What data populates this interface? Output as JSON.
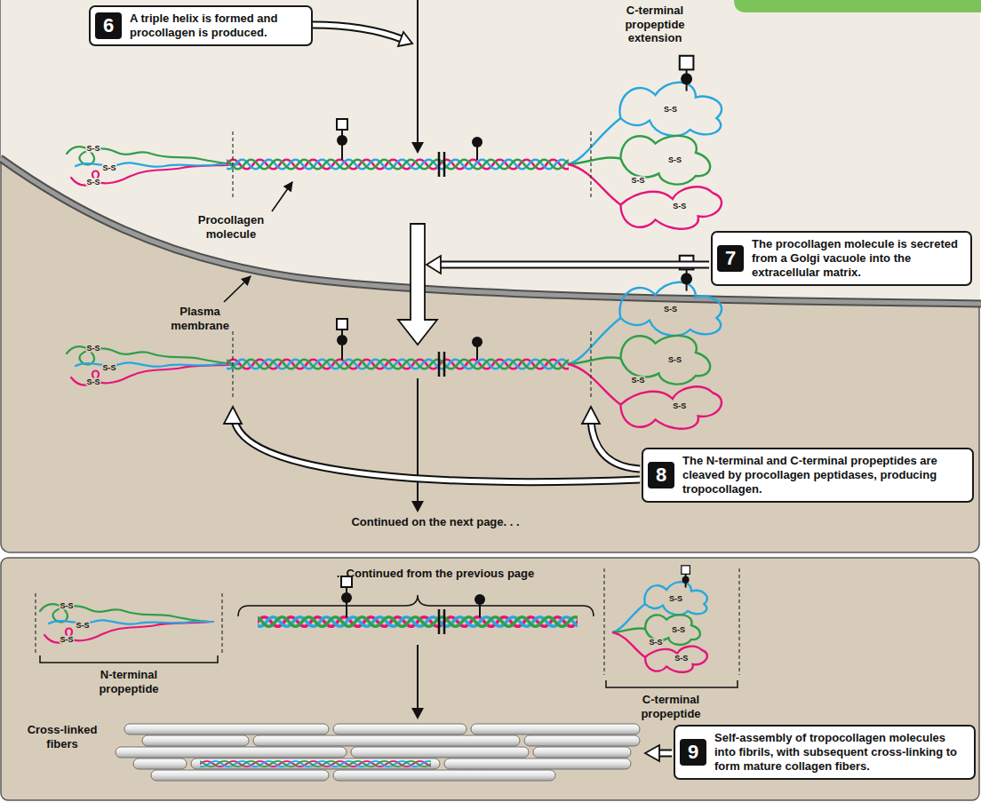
{
  "diagram": {
    "nodes": [
      {
        "text": [
          "6",
          "A triple helix is formed and procollagen is produced."
        ]
      },
      {
        "text": [
          "7",
          "The procollagen molecule is secreted from a Golgi vacuole into the extracellular matrix."
        ]
      },
      {
        "text": [
          "8",
          "The N-terminal and C-terminal propeptides are cleaved by procollagen peptidases, producing tropocollagen."
        ]
      },
      {
        "text": [
          "9",
          "Self-assembly of tropocollagen molecules into fibrils, with subsequent cross-linking to form mature collagen fibers."
        ]
      }
    ],
    "labels": [
      "C-terminal propeptide extension",
      "Procollagen molecule",
      "Plasma membrane",
      "Continued on the next page. . .",
      "...Continued from the previous page",
      "N-terminal propeptide",
      "C-terminal propeptide",
      "Cross-linked fibers",
      "S-S",
      "S-S",
      "S-S",
      "S-S",
      "S-S",
      "S-S",
      "S-S",
      "S-S",
      "S-S",
      "S-S",
      "S-S",
      "S-S",
      "S-S",
      "S-S",
      "S-S",
      "S-S",
      "S-S",
      "S-S",
      "S-S",
      "S-S",
      "S-S"
    ]
  }
}
